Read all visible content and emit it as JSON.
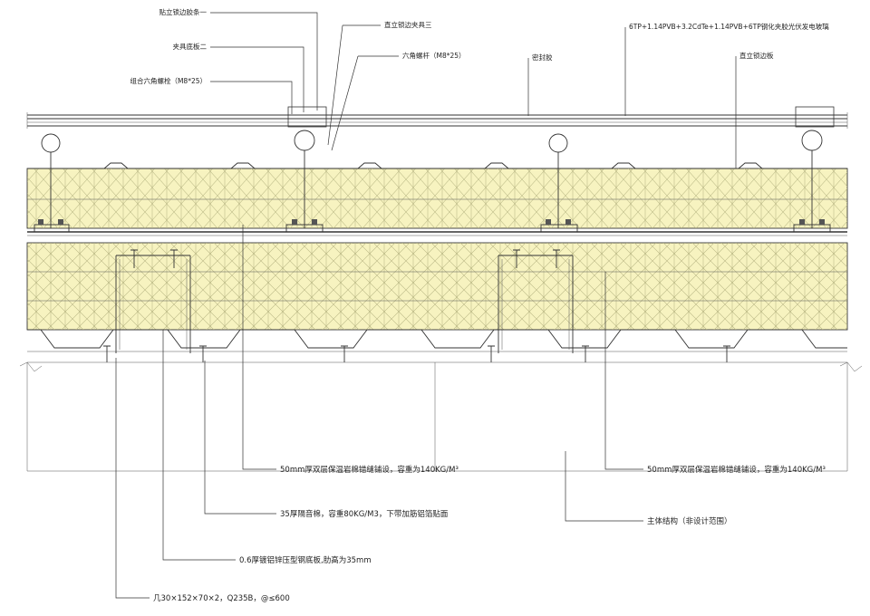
{
  "labels": {
    "top_left_1": "贴立锁边胶条一",
    "top_left_2": "夹具底板二",
    "top_left_3": "组合六角螺栓（M8*25）",
    "top_mid_1": "直立锁边夹具三",
    "top_mid_2": "六角螺杆（M8*25）",
    "top_sealant": "密封胶",
    "top_right_glass": "6TP+1.14PVB+3.2CdTe+1.14PVB+6TP钢化夹胶光伏发电玻璃",
    "top_right_panel": "直立锁边板",
    "callout_wool_1": "50mm厚双层保温岩棉错缝铺设，容重为140KG/M³",
    "callout_wool_2": "50mm厚双层保温岩棉错缝铺设，容重为140KG/M³",
    "callout_acoustic": "35厚隔音棉，容重80KG/M3，下带加筋铝箔贴面",
    "callout_structure": "主体结构（非设计范围）",
    "callout_deck": "0.6厚镀铝锌压型钢底板,肋高为35mm",
    "callout_purlin": "几30×152×70×2，Q235B，@≤600"
  },
  "colors": {
    "insulation_fill": "#f7f3c0",
    "line": "#333333",
    "fiber": "#b9b784"
  },
  "icons": [
    "bolt-icon",
    "clip-icon",
    "screw-icon"
  ]
}
